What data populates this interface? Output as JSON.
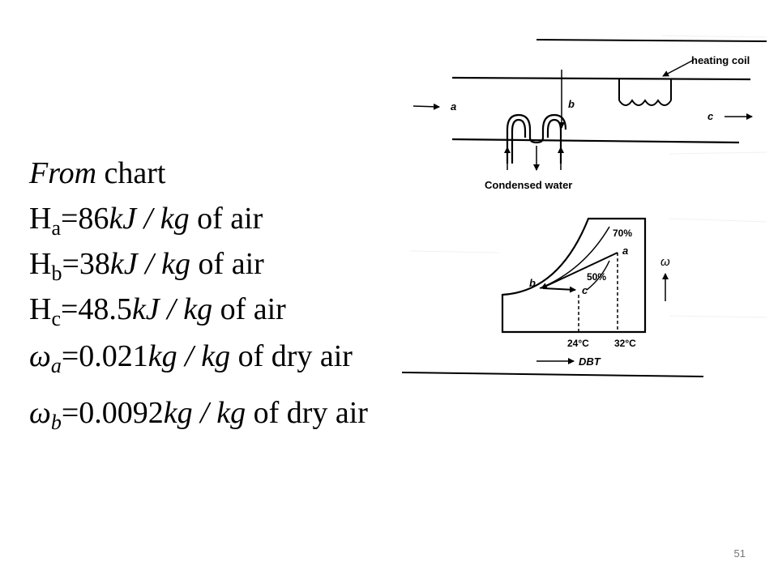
{
  "slide": {
    "heading": {
      "italic_word": "From",
      "rest": " chart"
    },
    "equations": [
      {
        "sym": "H",
        "sub": "a",
        "italic_sym": false,
        "value": "=86",
        "unit_italic": "kJ / kg",
        "suffix": " of air"
      },
      {
        "sym": "H",
        "sub": "b",
        "italic_sym": false,
        "value": "=38",
        "unit_italic": "kJ / kg",
        "suffix": " of air"
      },
      {
        "sym": "H",
        "sub": "c",
        "italic_sym": false,
        "value": "=48.5",
        "unit_italic": "kJ / kg",
        "suffix": " of air"
      },
      {
        "sym": "ω",
        "sub": "a",
        "italic_sym": true,
        "value": "=0.021",
        "unit_italic": "kg / kg",
        "suffix": " of dry air"
      },
      {
        "sym": "ω",
        "sub": "b",
        "italic_sym": true,
        "value": "=0.0092",
        "unit_italic": "kg / kg",
        "suffix": " of dry air"
      }
    ],
    "page_number": "51"
  },
  "figure": {
    "apparatus": {
      "heating_coil_label": "heating coil",
      "point_a": "a",
      "point_b": "b",
      "point_c": "c",
      "condensed_water_label": "Condensed water"
    },
    "psychro_chart": {
      "rh_high": "70%",
      "rh_mid": "50%",
      "point_a": "a",
      "point_b": "b",
      "point_c": "c",
      "temp_low": "24°C",
      "temp_high": "32°C",
      "x_axis_label": "DBT",
      "y_axis_label": "ω"
    }
  }
}
